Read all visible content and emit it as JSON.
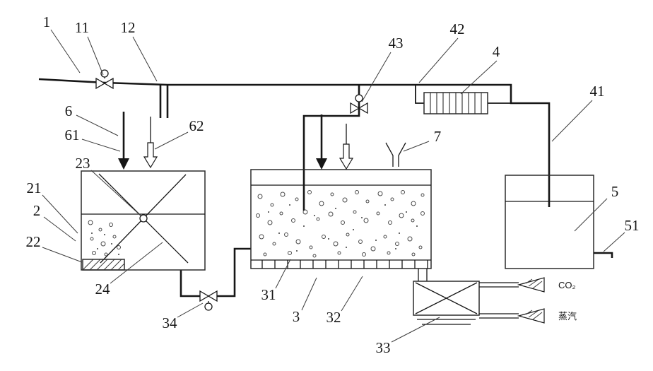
{
  "figure": {
    "kind": "patent-process-flow-diagram",
    "ink_color": "#161616",
    "background_color": "#ffffff"
  },
  "ref_labels": {
    "n1": "1",
    "n2": "2",
    "n3": "3",
    "n4": "4",
    "n5": "5",
    "n6": "6",
    "n7": "7",
    "n11": "11",
    "n12": "12",
    "n21": "21",
    "n22": "22",
    "n23": "23",
    "n24": "24",
    "n31": "31",
    "n32": "32",
    "n33": "33",
    "n34": "34",
    "n41": "41",
    "n42": "42",
    "n43": "43",
    "n51": "51",
    "n61": "61",
    "n62": "62"
  },
  "stream_labels": {
    "top_gas": "CO₂",
    "bottom_gas": "蒸汽"
  }
}
